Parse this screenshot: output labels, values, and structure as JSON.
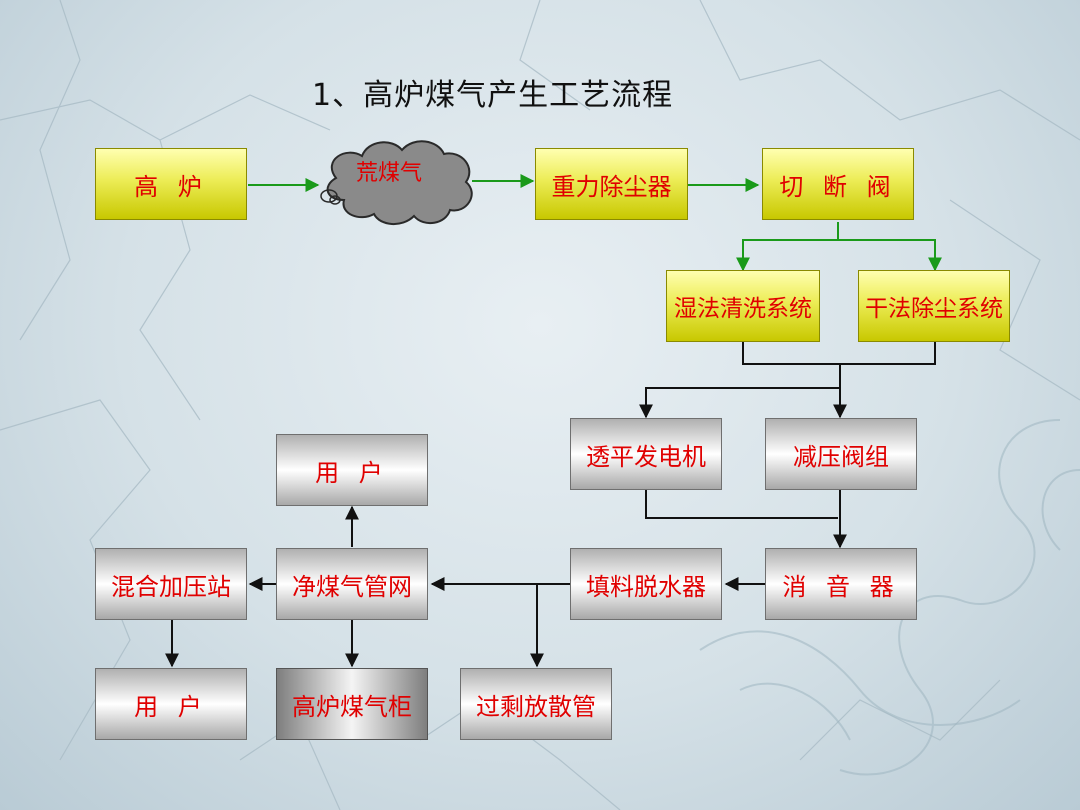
{
  "title": "1、高炉煤气产生工艺流程",
  "nodes": {
    "furnace": "高 炉",
    "raw_gas": "荒煤气",
    "gravity_dust": "重力除尘器",
    "cutoff_valve": "切 断 阀",
    "wet_wash": "湿法清洗系统",
    "dry_dust": "干法除尘系统",
    "trt": "透平发电机",
    "pressure_valve": "减压阀组",
    "silencer": "消 音 器",
    "dehydrator": "填料脱水器",
    "net": "净煤气管网",
    "user_top": "用 户",
    "mixing": "混合加压站",
    "user_bottom": "用 户",
    "holder": "高炉煤气柜",
    "bleeder": "过剩放散管"
  },
  "colors": {
    "label": "#e00000",
    "green_arrow": "#1a9a1a",
    "black_arrow": "#111111"
  }
}
